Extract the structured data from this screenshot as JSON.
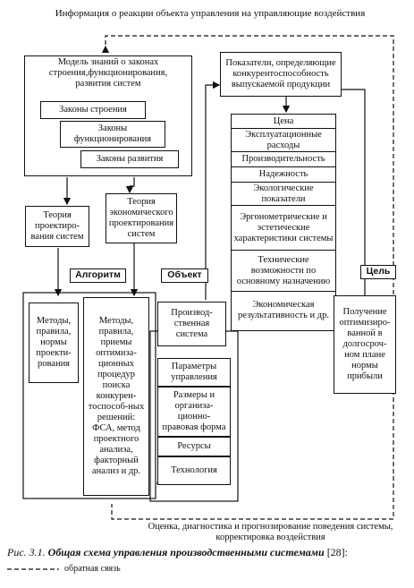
{
  "header": "Информация  о реакции объекта управления на управляющие воздействия",
  "model": {
    "title": "Модель знаний о законах строения,функционирования, развития систем",
    "laws": [
      "Законы строения",
      "Законы функционирования",
      "Законы развития"
    ]
  },
  "theory_design": "Теория проектиро-вания систем",
  "theory_econ": "Теория экономического проектирования систем",
  "tags": {
    "algorithm": "Алгоритм",
    "object": "Объект",
    "goal": "Цель"
  },
  "methods_left": "Методы, правила, нормы проекти-рования",
  "methods_right": "Методы, правила, приемы оптимиза-ционных процедур поиска конкурен-тоспособ-ных решений: ФСА, метод проектного анализа, факторный анализ и др.",
  "production_system": "Производ-ственная система",
  "params": [
    "Параметры управления",
    "Размеры и организа-ционно-правовая форма",
    "Ресурсы",
    "Технология"
  ],
  "indicators": {
    "title": "Показатели, определяющие конкурентоспособность выпускаемой продукции",
    "items": [
      "Цена",
      "Эксплуатационные расходы",
      "Производительность",
      "Надежность",
      "Экологические показатели",
      "Эргонометрические и эстетические характеристики системы",
      "Технические возможности по основному назначению",
      "Экономическая результативность и др."
    ]
  },
  "goal_box": "Получение оптимизиро-ванной в долгосроч-ном плане нормы прибыли",
  "footer": "Оценка, диагностика и прогнозирование поведения системы, корректировка воздействия",
  "caption": {
    "prefix": "Рис. 3.1.",
    "title": "Общая схема управления производственными системами",
    "ref": "[28]:"
  },
  "legend": "обратная связь"
}
